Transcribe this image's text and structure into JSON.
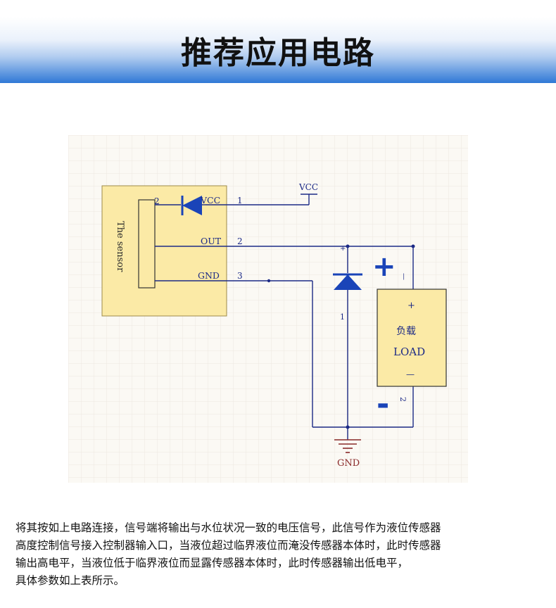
{
  "header": {
    "title": "推荐应用电路"
  },
  "schematic": {
    "sensor_label": "The sensor",
    "pins": [
      {
        "number": "1",
        "name": "VCC"
      },
      {
        "number": "2",
        "name": "OUT"
      },
      {
        "number": "3",
        "name": "GND"
      }
    ],
    "inner_pin_number": "2",
    "vcc_rail_label": "VCC",
    "gnd_label": "GND",
    "diode_pin_marks": {
      "top": "+",
      "bottom": "1"
    },
    "load": {
      "label_cn": "负载",
      "label_en": "LOAD",
      "plus_mark": "+",
      "minus_mark": "—",
      "top_pin_mark": "—",
      "bottom_pin_mark": "2"
    },
    "polarity": {
      "plus": "+",
      "minus": "-"
    },
    "colors": {
      "grid_bg": "#fbf9f4",
      "grid_line": "#ece8e0",
      "sensor_fill": "#fbeaa6",
      "sensor_stroke": "#9c8a4a",
      "wire": "#1c2a86",
      "text": "#1c2a86",
      "ground": "#8a2a2a",
      "polarity": "#1a44b8",
      "diode": "#1a44b8"
    }
  },
  "description": {
    "lines": [
      "将其按如上电路连接，信号端将输出与水位状况一致的电压信号，此信号作为液位传感器",
      "高度控制信号接入控制器输入口，当液位超过临界液位而淹没传感器本体时，此时传感器",
      "输出高电平，当液位低于临界液位而显露传感器本体时，此时传感器输出低电平，",
      "具体参数如上表所示。"
    ]
  }
}
